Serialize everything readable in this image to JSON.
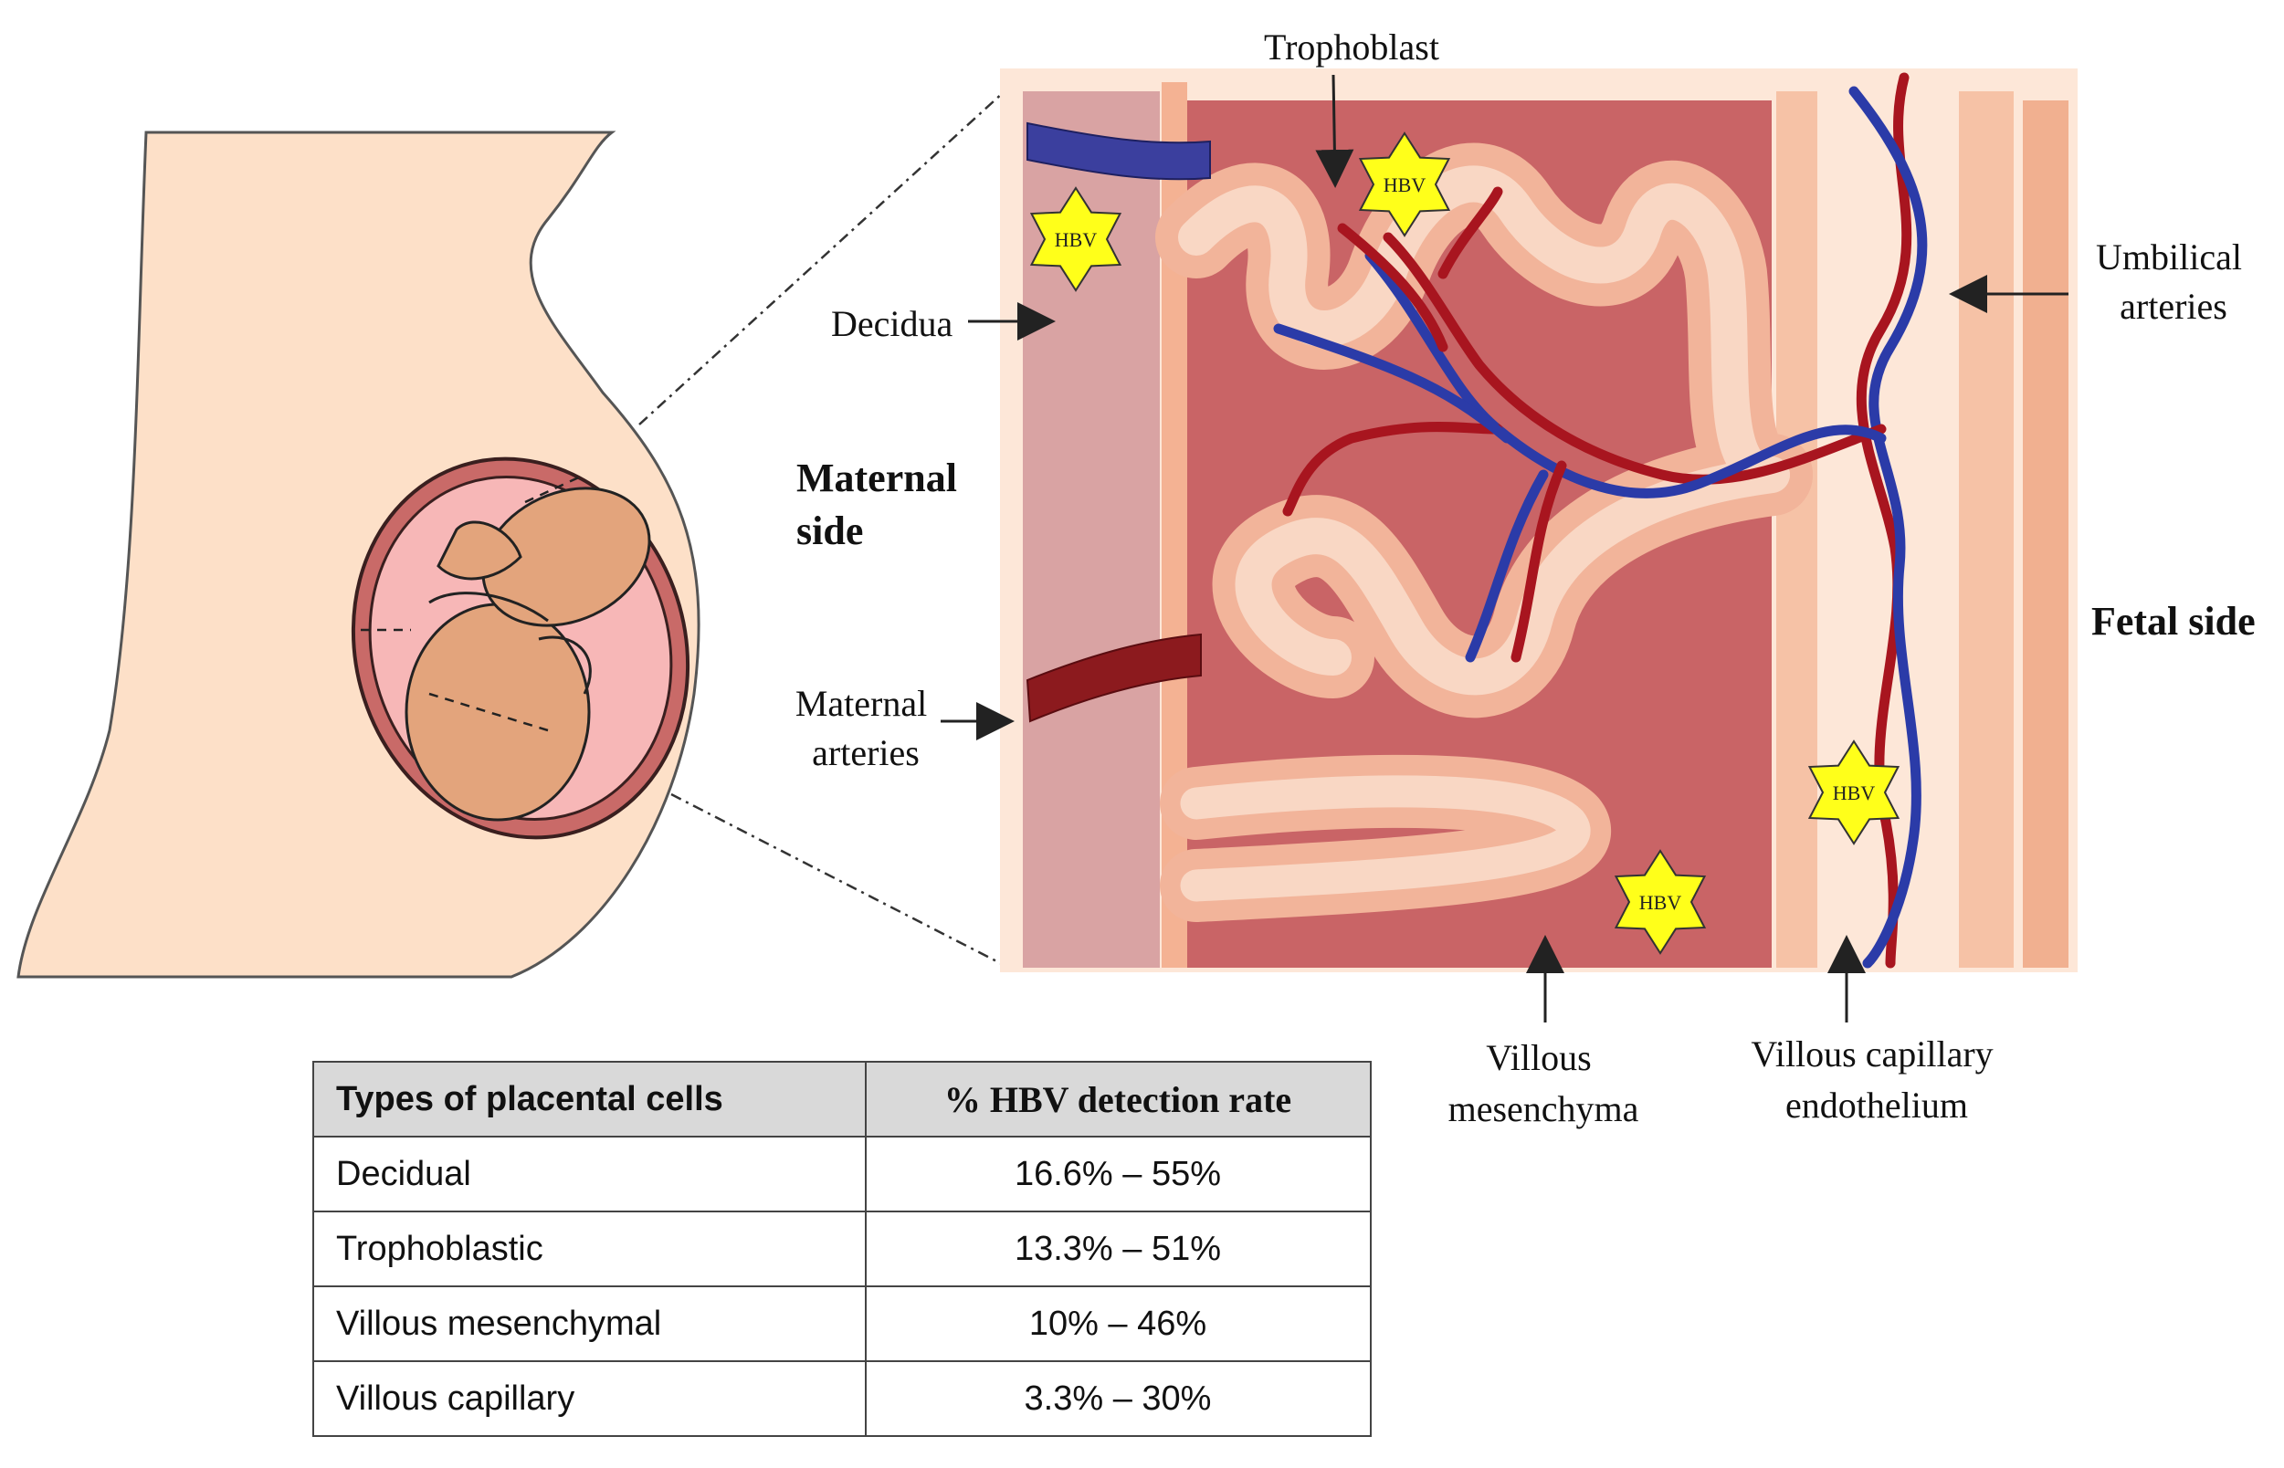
{
  "labels": {
    "trophoblast": "Trophoblast",
    "decidua": "Decidua",
    "maternal_side": [
      "Maternal",
      "side"
    ],
    "maternal_arteries": [
      "Maternal",
      "arteries"
    ],
    "umbilical_arteries": [
      "Umbilical",
      "arteries"
    ],
    "fetal_side": "Fetal side",
    "villous_mesenchyma": [
      "Villous",
      "mesenchyma"
    ],
    "villous_capillary_endothelium": [
      "Villous capillary",
      "endothelium"
    ]
  },
  "virus_marker": "HBV",
  "table": {
    "headers": [
      "Types of placental cells",
      "% HBV detection rate"
    ],
    "rows": [
      [
        "Decidual",
        "16.6% – 55%"
      ],
      [
        "Trophoblastic",
        "13.3% – 51%"
      ],
      [
        "Villous mesenchymal",
        "10% – 46%"
      ],
      [
        "Villous capillary",
        "3.3% – 30%"
      ]
    ]
  },
  "colors": {
    "skin": "#fde0c8",
    "villous_space": "#c96466",
    "decidua": "#d9a3a3",
    "trophoblast_tissue": "#f2b49a",
    "artery_red": "#a8151f",
    "vein_blue": "#2b3ba8",
    "hbv_star": "#ffff1a"
  }
}
